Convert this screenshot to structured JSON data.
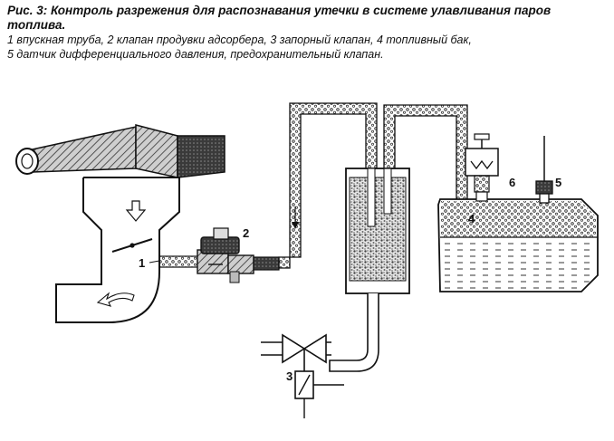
{
  "caption": {
    "title": "Рис. 3: Контроль разрежения для распознавания утечки в системе улавливания паров топлива.",
    "legend_line1": "1 впускная труба, 2 клапан продувки адсорбера, 3 запорный клапан, 4 топливный бак,",
    "legend_line2": "5 датчик дифференциального давления, предохранительный клапан."
  },
  "callouts": {
    "intake_pipe": "1",
    "purge_valve": "2",
    "shutoff_valve": "3",
    "fuel_tank": "4",
    "pressure_sensor": "5",
    "relief_valve": "6"
  }
}
